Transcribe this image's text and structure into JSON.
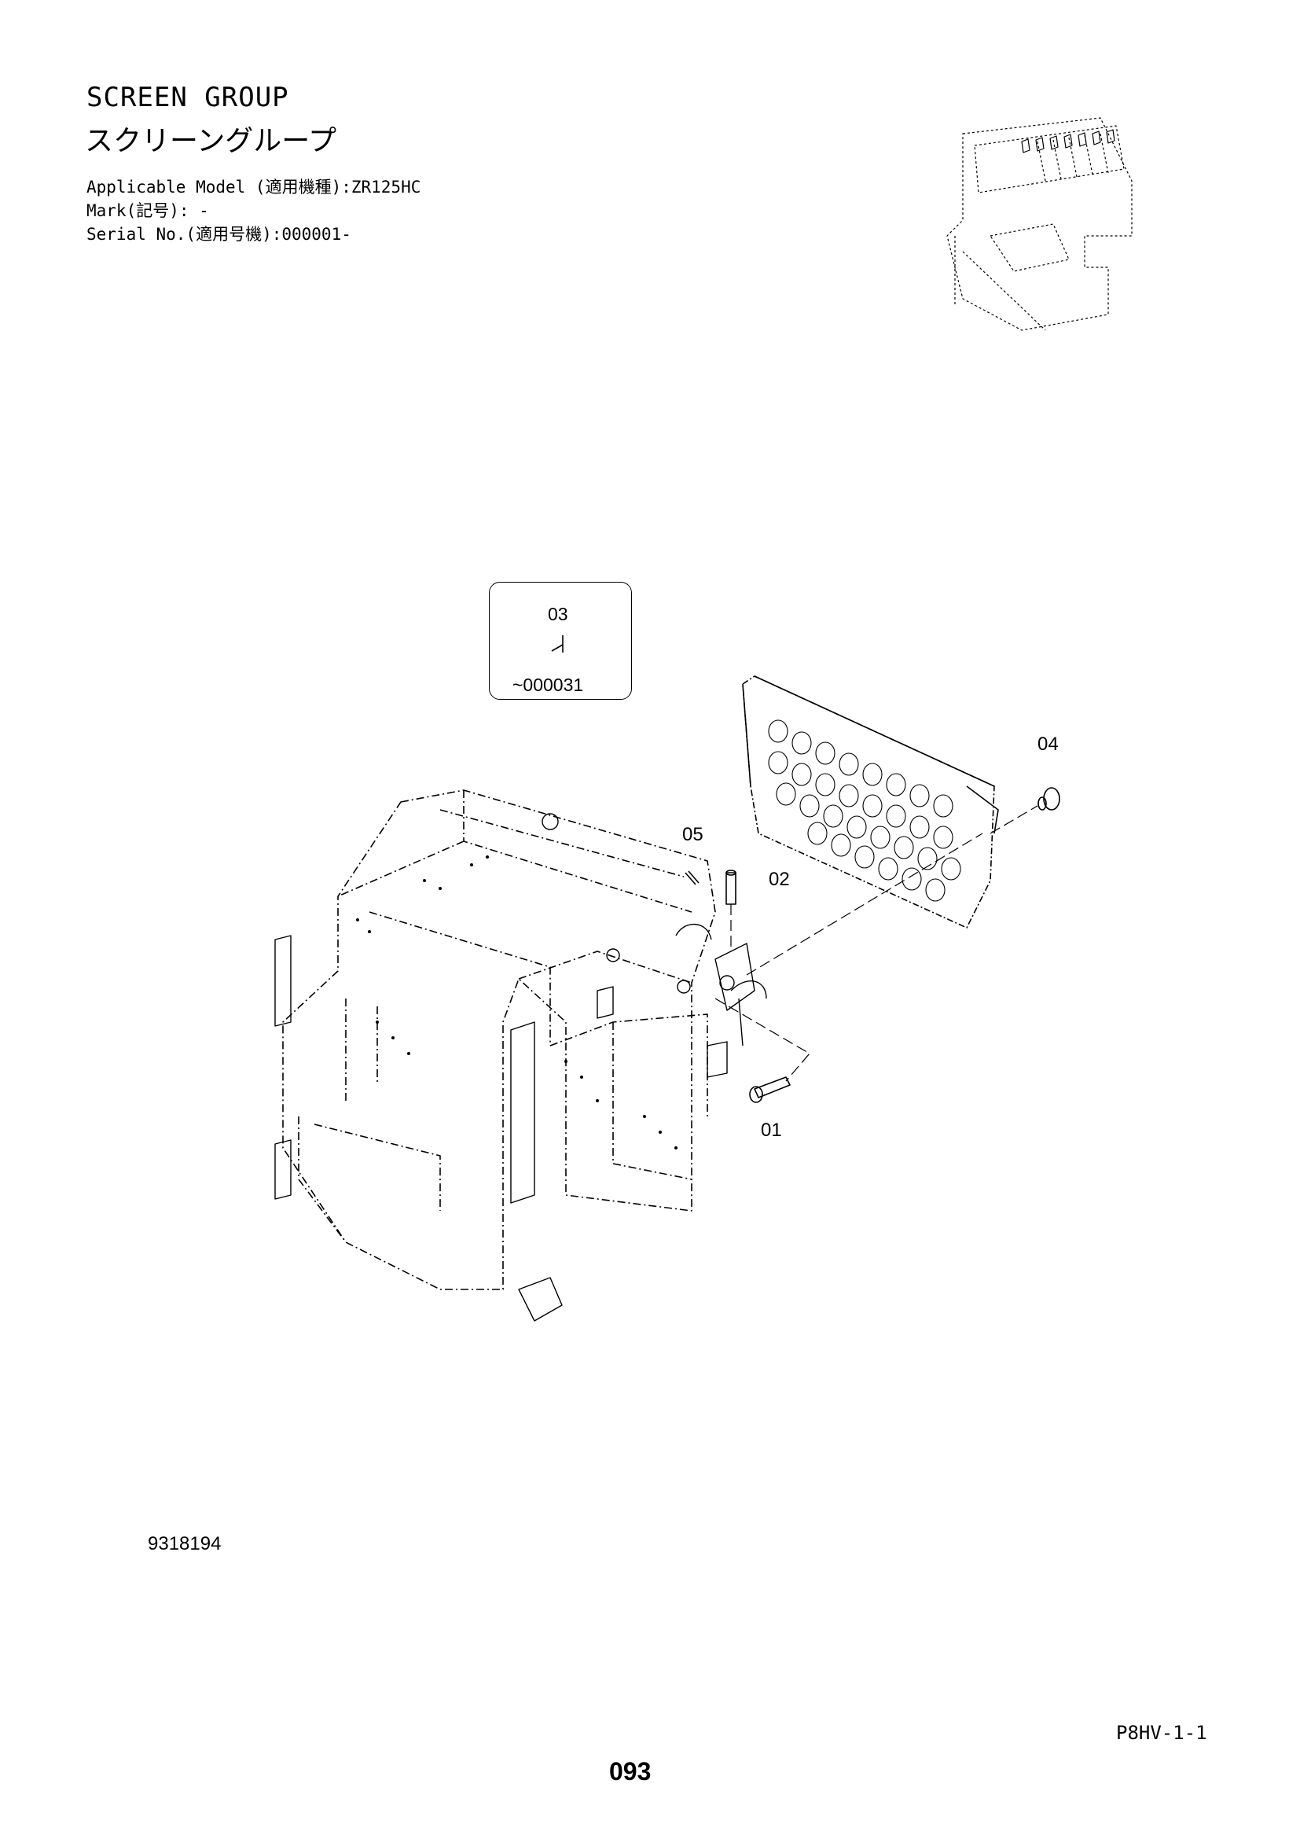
{
  "header": {
    "title_en": "SCREEN GROUP",
    "title_ja": "スクリーングループ",
    "applicable_model": "Applicable Model (適用機種):ZR125HC",
    "mark": "Mark(記号): -",
    "serial_no": "Serial No.(適用号機):000001-"
  },
  "inset": {
    "part_no": "03",
    "serial_range": "~000031"
  },
  "callouts": [
    "01",
    "02",
    "04",
    "05"
  ],
  "footer": {
    "drawing_no": "9318194",
    "ref_code": "P8HV-1-1",
    "page_no": "093"
  }
}
